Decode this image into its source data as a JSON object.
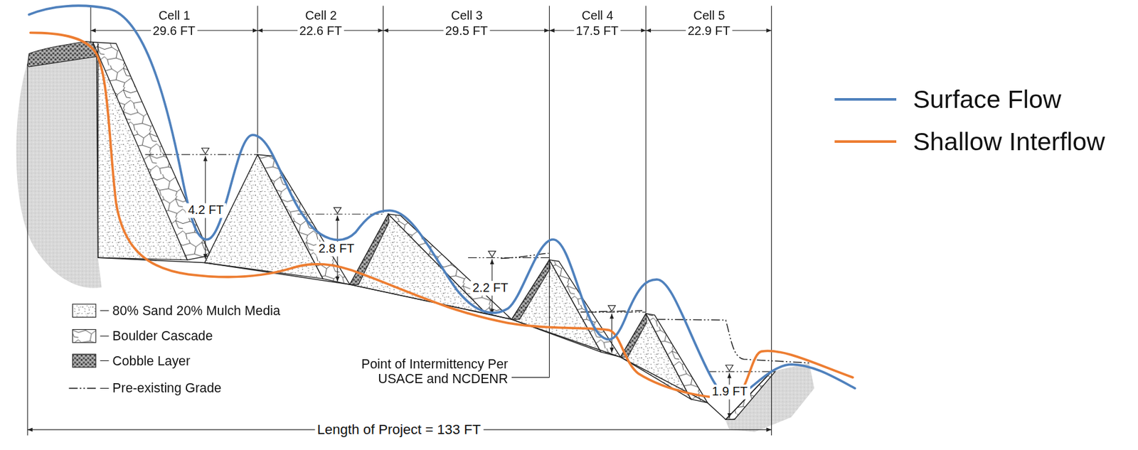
{
  "diagram": {
    "labels": [
      "Cell 1",
      "29.6 FT",
      "Cell 2",
      "22.6 FT",
      "Cell 3",
      "29.5 FT",
      "Cell 4",
      "17.5 FT",
      "Cell 5",
      "22.9 FT",
      "4.2 FT",
      "2.8 FT",
      "2.2 FT",
      "1.9 FT",
      "Point of Intermittency Per USACE and NCDENR",
      "Length of Project = 133 FT"
    ],
    "legend": [
      {
        "text": "80% Sand 20% Mulch Media"
      },
      {
        "text": "Boulder Cascade"
      },
      {
        "text": "Cobble Layer"
      },
      {
        "text": "Pre-existing Grade"
      },
      {
        "text": "Surface Flow"
      },
      {
        "text": "Shallow Interflow"
      }
    ]
  }
}
